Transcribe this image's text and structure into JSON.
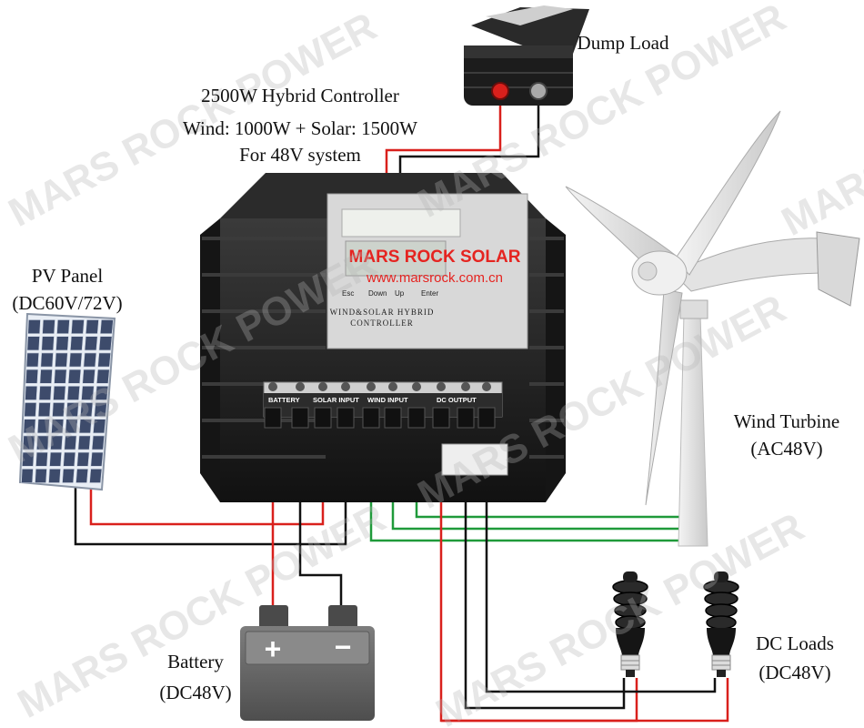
{
  "watermark": "MARS ROCK POWER",
  "brand": {
    "name": "MARS ROCK SOLAR",
    "url": "www.marsrock.com.cn",
    "color": "#e52420"
  },
  "controller": {
    "title": "2500W Hybrid Controller",
    "spec": "Wind: 1000W + Solar: 1500W",
    "system": "For 48V system",
    "faceplate": [
      "WIND&SOLAR HYBRID",
      "CONTROLLER"
    ],
    "buttons": [
      "Esc",
      "Down",
      "Up",
      "Enter"
    ],
    "terminal_groups": [
      "BATTERY",
      "SOLAR INPUT",
      "WIND INPUT",
      "DC OUTPUT"
    ]
  },
  "dump_load": {
    "label": "Dump Load"
  },
  "pv_panel": {
    "label": "PV Panel",
    "spec": "(DC60V/72V)"
  },
  "wind_turbine": {
    "label": "Wind Turbine",
    "spec": "(AC48V)"
  },
  "battery": {
    "label": "Battery",
    "spec": "(DC48V)",
    "plus": "+",
    "minus": "−"
  },
  "dc_loads": {
    "label": "DC Loads",
    "spec": "(DC48V)"
  },
  "colors": {
    "positive_wire": "#d9201c",
    "negative_wire": "#111111",
    "wind_wire": "#1f9a3a",
    "controller_body": "#1a1a1a"
  }
}
